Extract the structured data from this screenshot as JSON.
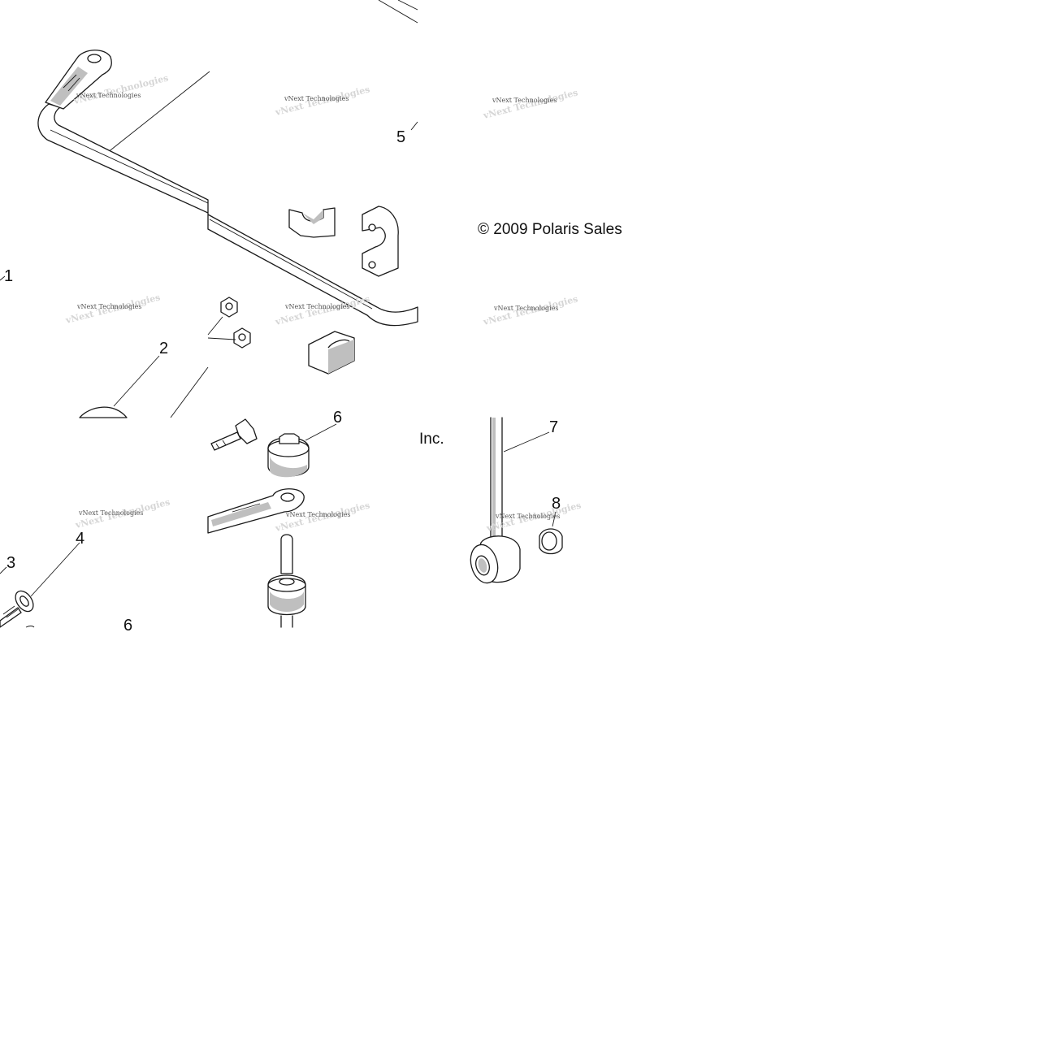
{
  "diagram": {
    "callouts": [
      {
        "id": "c1",
        "text": "1"
      },
      {
        "id": "c2",
        "text": "2"
      },
      {
        "id": "c3",
        "text": "3"
      },
      {
        "id": "c4",
        "text": "4"
      },
      {
        "id": "c5",
        "text": "5"
      },
      {
        "id": "c6a",
        "text": "6"
      },
      {
        "id": "c6b",
        "text": "6"
      },
      {
        "id": "c7",
        "text": "7"
      },
      {
        "id": "c8",
        "text": "8"
      }
    ],
    "copyright": {
      "line1": "© 2009 Polaris Sales",
      "line2": "Inc."
    },
    "watermark": {
      "text": "vNext Technologies"
    }
  }
}
